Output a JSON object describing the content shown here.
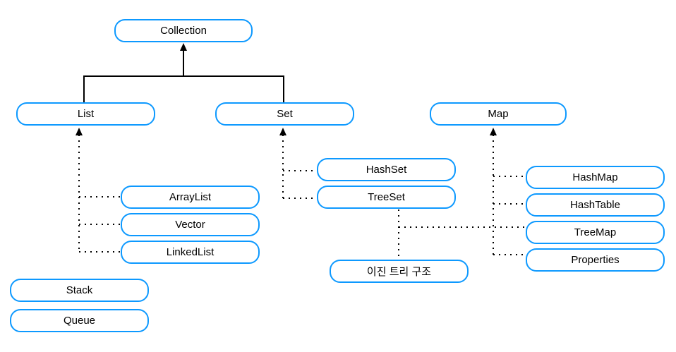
{
  "colors": {
    "node_border": "#0d99ff",
    "node_fill": "#ffffff",
    "line": "#000000",
    "text": "#000000"
  },
  "nodes": {
    "collection": {
      "label": "Collection"
    },
    "list": {
      "label": "List"
    },
    "set": {
      "label": "Set"
    },
    "map": {
      "label": "Map"
    },
    "arraylist": {
      "label": "ArrayList"
    },
    "vector": {
      "label": "Vector"
    },
    "linkedlist": {
      "label": "LinkedList"
    },
    "hashset": {
      "label": "HashSet"
    },
    "treeset": {
      "label": "TreeSet"
    },
    "binary_tree": {
      "label": "이진 트리 구조"
    },
    "hashmap": {
      "label": "HashMap"
    },
    "hashtable": {
      "label": "HashTable"
    },
    "treemap": {
      "label": "TreeMap"
    },
    "properties": {
      "label": "Properties"
    },
    "stack": {
      "label": "Stack"
    },
    "queue": {
      "label": "Queue"
    }
  },
  "edges": [
    {
      "from": "list",
      "to": "collection",
      "style": "solid",
      "arrow": "to"
    },
    {
      "from": "set",
      "to": "collection",
      "style": "solid",
      "arrow": "to"
    },
    {
      "from": "arraylist",
      "to": "list",
      "style": "dotted",
      "arrow": "to"
    },
    {
      "from": "vector",
      "to": "list",
      "style": "dotted",
      "arrow": "to"
    },
    {
      "from": "linkedlist",
      "to": "list",
      "style": "dotted",
      "arrow": "to"
    },
    {
      "from": "hashset",
      "to": "set",
      "style": "dotted",
      "arrow": "to"
    },
    {
      "from": "treeset",
      "to": "set",
      "style": "dotted",
      "arrow": "to"
    },
    {
      "from": "treeset",
      "to": "binary_tree",
      "style": "dotted",
      "arrow": "none"
    },
    {
      "from": "binary_tree_line",
      "to": "treemap",
      "style": "dotted",
      "arrow": "none"
    },
    {
      "from": "hashmap",
      "to": "map",
      "style": "dotted",
      "arrow": "to"
    },
    {
      "from": "hashtable",
      "to": "map",
      "style": "dotted",
      "arrow": "to"
    },
    {
      "from": "treemap",
      "to": "map",
      "style": "dotted",
      "arrow": "to"
    },
    {
      "from": "properties",
      "to": "map",
      "style": "dotted",
      "arrow": "to"
    }
  ]
}
